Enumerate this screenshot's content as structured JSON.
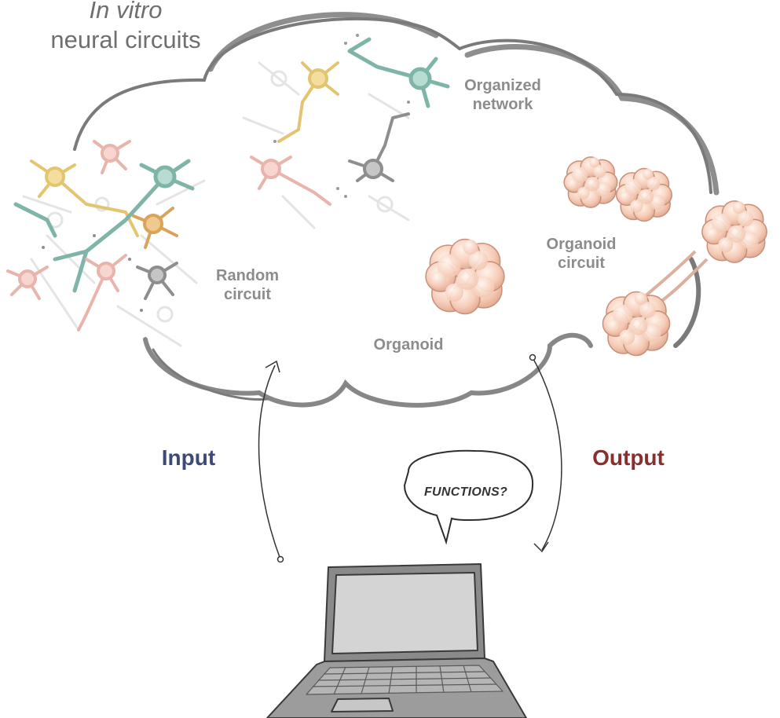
{
  "title": {
    "line1": "In vitro",
    "line2": "neural circuits"
  },
  "labels": {
    "organized_network": [
      "Organized",
      "network"
    ],
    "random_circuit": [
      "Random",
      "circuit"
    ],
    "organoid": "Organoid",
    "organoid_circuit": [
      "Organoid",
      "circuit"
    ],
    "input": "Input",
    "output": "Output",
    "functions": "FUNCTIONS?"
  },
  "colors": {
    "input": "#3d4a78",
    "output": "#8a2f2f",
    "cloud_outline": "#777777",
    "organoid_fill": "#f6cdb9",
    "neuron_yellow": "#e8c87a",
    "neuron_teal": "#7fb5a8",
    "neuron_pink": "#e8b4ab",
    "neuron_gray": "#8e8e8e",
    "neuron_orange": "#d9a35a"
  },
  "icons": [
    "laptop-icon",
    "speech-bubble-icon",
    "neuron-icon",
    "organoid-icon"
  ]
}
